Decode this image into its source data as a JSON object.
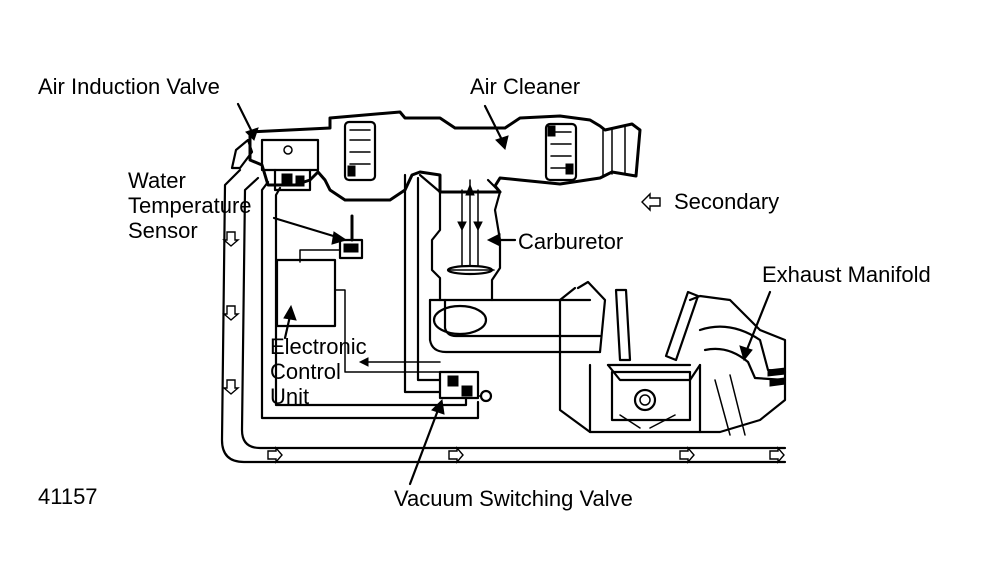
{
  "labels": {
    "air_induction_valve": "Air Induction Valve",
    "air_cleaner": "Air Cleaner",
    "water_temperature_sensor": [
      "Water",
      "Temperature",
      "Sensor"
    ],
    "secondary": "Secondary",
    "carburetor": "Carburetor",
    "exhaust_manifold": "Exhaust Manifold",
    "electronic_control_unit": [
      "Electronic",
      "Control",
      "Unit"
    ],
    "vacuum_switching_valve": "Vacuum Switching Valve",
    "figure_number": "41157"
  },
  "icons": {
    "secondary_arrow": "hollow-left-arrow-icon",
    "flow_arrows": "hollow-flow-arrow-icon"
  }
}
